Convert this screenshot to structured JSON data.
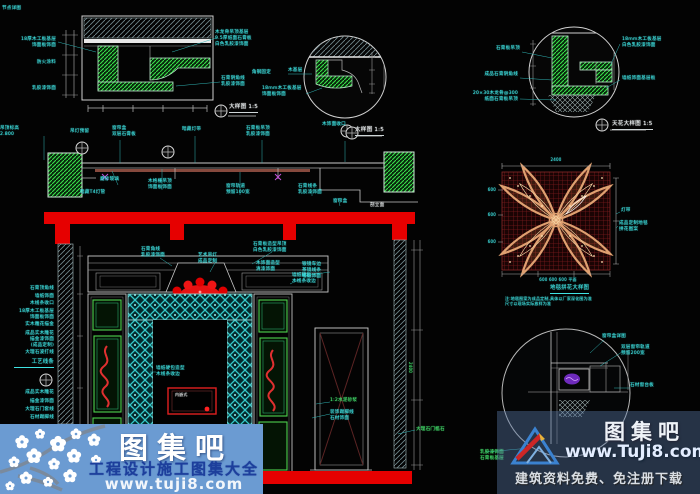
{
  "corner_note": "节点详图",
  "d1": {
    "l1": "18厚木工板基层\n饰面板饰面",
    "l2": "防火涂料",
    "l3": "乳胶漆饰面",
    "r1": "木龙骨吊顶基层\n9.5厚纸面石膏板\n白色乳胶漆饰面",
    "r2": "石膏阴角线\n乳胶漆饰面",
    "title": "大样图 1:5"
  },
  "d2": {
    "l1": "角钢固定",
    "l2": "木基层",
    "l3": "18mm木工板基层\n饰面板饰面",
    "title": "大样图 1:5"
  },
  "d3": {
    "l1": "石膏板吊顶",
    "l2": "成品石膏阴角线",
    "l3": "20×30木龙骨@300\n纸面石膏板吊顶",
    "r1": "18mm木工板基层\n白色乳胶漆饰面",
    "r2": "墙纸饰面基层板",
    "title": "天花大样图 1:5"
  },
  "sec": {
    "l0": "吊顶标高\n2.800",
    "m1": "吊灯预留",
    "m2": "窗帘盒\n双层石膏板",
    "m3": "暗藏灯带",
    "m4": "石膏板吊顶\n乳胶漆饰面",
    "m5": "木饰面收口",
    "b1": "磨砂玻璃",
    "b2": "木格栅吊顶\n饰面板饰面",
    "b3": "暗藏T4灯管",
    "b4": "窗帘轨道\n预留100宽",
    "b5": "石膏线条\n乳胶漆饰面",
    "b6": "窗帘盒",
    "beam": "剖立面"
  },
  "elev": {
    "t1": "石膏角线\n乳胶漆饰面",
    "t2": "艺术吊灯\n成品定制",
    "t3": "石膏板造型吊顶\n白色乳胶漆饰面",
    "t4": "木饰面造型\n清漆饰面",
    "t5": "墙纸硬包\n木线条收边",
    "t6": "银镜车边\n茶镜线条\n墙纸饰面",
    "s1": "石膏顶角线",
    "s2": "墙纸饰面",
    "s3": "木线条收口",
    "s4": "18厚木工板基层\n饰面板饰面",
    "s5": "实木雕花描金",
    "s6": "成品实木雕花\n描金漆饰面\n(成品定制)",
    "s7": "大理石波打线",
    "s8": "工艺线条",
    "s10": "成品实木雕花",
    "s11": "描金漆饰面",
    "s12": "大理石门套线",
    "s13": "石材踢脚线",
    "door1": "墙纸硬包造型\n木线条收边",
    "door2": "内嵌式",
    "r1": "1:2水泥砂浆",
    "r2": "装饰踢脚线\n石材饰面",
    "r3": "大理石门槛石",
    "dim": "2400"
  },
  "pat": {
    "dimtop": "2400",
    "t1": "600",
    "t2": "600",
    "t3": "600",
    "b": "600        600        600      平面",
    "r1": "灯带",
    "r2": "成品定制地毯\n拼花图案",
    "title": "地毯拼花大样图",
    "note": "注:地毯图案为成品定制,具体以厂家深化图为准\n尺寸以现场实际放样为准"
  },
  "d4": {
    "r1": "窗帘盒详图",
    "r2": "双层窗帘轨道\n预留200宽",
    "r3": "石材窗台板",
    "l1": "乳胶漆饰面\n石膏板基层"
  },
  "wm_left": {
    "title": "图集吧",
    "subtitle": "工程设计施工图集大全",
    "url": "www.tuji8.com"
  },
  "wm_right": {
    "title": "图集吧",
    "url": "www.TuJi8.com",
    "subtitle": "建筑资料免费、免注册下载"
  },
  "colors": {
    "line_white": "#cfcfcf",
    "label_cyan": "#3fe3e3",
    "hatch_green": "#38e04a",
    "beam_red": "#e60000",
    "ornament_red": "#e03030",
    "carpet_orange": "#dfa070",
    "frame_teal": "#35c8c8",
    "purple": "#8a2fd0",
    "wm_left_blue": "#6b9bd2"
  }
}
